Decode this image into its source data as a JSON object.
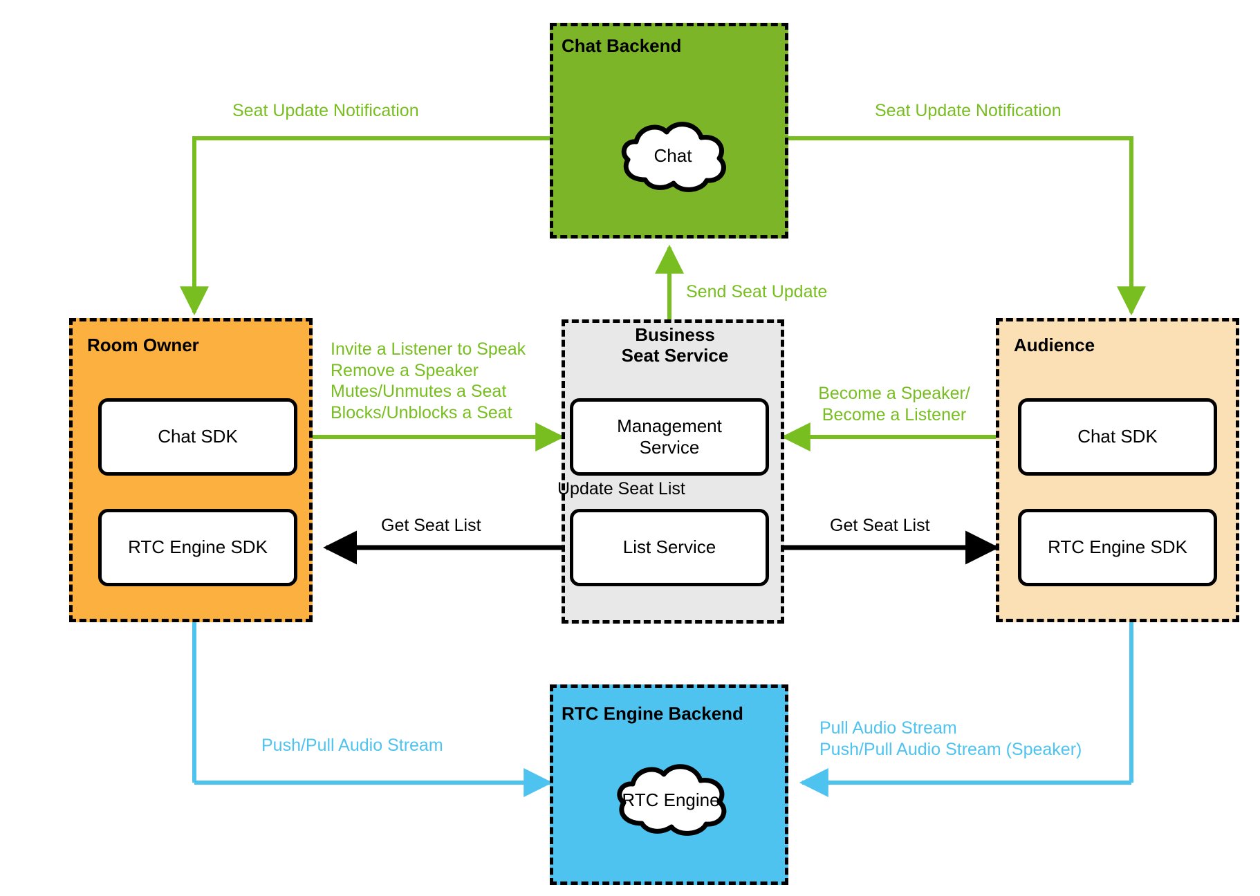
{
  "diagram": {
    "title": "Voice Chat Room Seat Management Architecture",
    "colors": {
      "green": "#78BE20",
      "blue": "#4FC3F0",
      "orange": "#FBB040",
      "peach": "#FBDFB5",
      "chat_backend_green": "#7CB528",
      "rtc_backend_blue": "#4FC3F0",
      "business_gray": "#E8E8E8",
      "black": "#000000",
      "white": "#FFFFFF"
    },
    "groups": {
      "chat_backend": {
        "title": "Chat Backend"
      },
      "room_owner": {
        "title": "Room Owner"
      },
      "business_seat_service": {
        "title": "Business\nSeat Service"
      },
      "audience": {
        "title": "Audience"
      },
      "rtc_engine_backend": {
        "title": "RTC Engine Backend"
      }
    },
    "nodes": {
      "chat_cloud": "Chat",
      "rtc_cloud": "RTC Engine",
      "owner_chat_sdk": "Chat SDK",
      "owner_rtc_sdk": "RTC Engine SDK",
      "audience_chat_sdk": "Chat SDK",
      "audience_rtc_sdk": "RTC Engine SDK",
      "management_service": "Management\nService",
      "list_service": "List Service"
    },
    "edge_labels": {
      "seat_update_notification_left": "Seat Update Notification",
      "seat_update_notification_right": "Seat Update Notification",
      "send_seat_update": "Send Seat Update",
      "owner_actions": "Invite a Listener to Speak\nRemove a Speaker\nMutes/Unmutes a Seat\nBlocks/Unblocks a Seat",
      "become_speaker_listener": "Become a Speaker/\nBecome a Listener",
      "update_seat_list": "Update Seat List",
      "get_seat_list_left": "Get Seat List",
      "get_seat_list_right": "Get Seat List",
      "push_pull_audio_left": "Push/Pull Audio Stream",
      "pull_push_audio_right": "Pull Audio Stream\nPush/Pull Audio Stream (Speaker)"
    }
  }
}
